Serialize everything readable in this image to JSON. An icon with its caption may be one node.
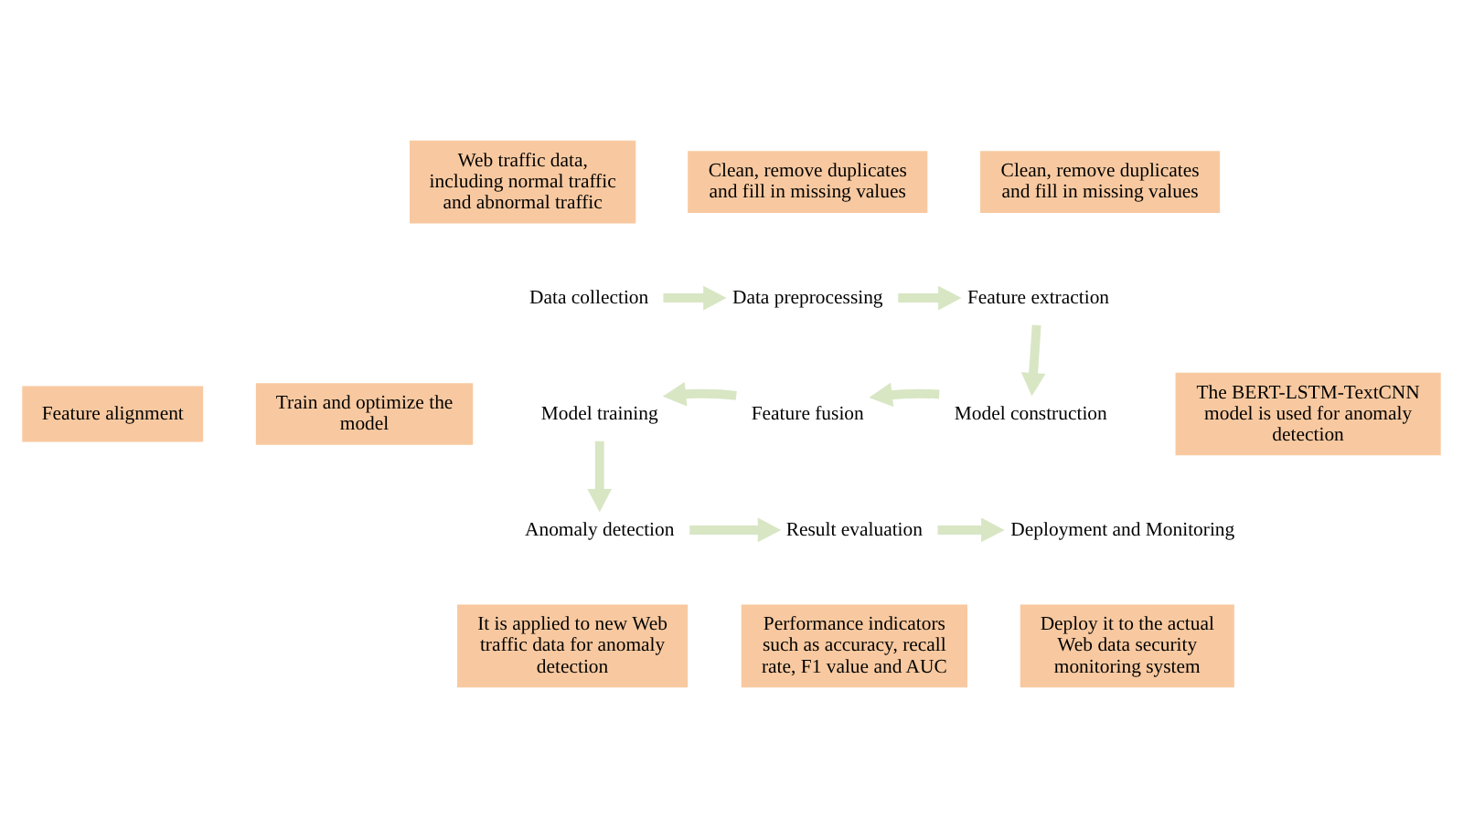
{
  "diagram": {
    "nodes": [
      {
        "text": [
          "Web traffic data, including normal traffic and abnormal traffic"
        ]
      },
      {
        "text": [
          "Data collection"
        ]
      },
      {
        "text": [
          "Clean, remove duplicates and fill in missing values"
        ]
      },
      {
        "text": [
          "Data preprocessing"
        ]
      },
      {
        "text": [
          "Clean, remove duplicates and fill in missing values"
        ]
      },
      {
        "text": [
          "Feature extraction"
        ]
      },
      {
        "text": [
          "The BERT-LSTM-TextCNN model is used for anomaly detection"
        ]
      },
      {
        "text": [
          "Model construction"
        ]
      },
      {
        "text": [
          "Feature alignment"
        ]
      },
      {
        "text": [
          "Feature fusion"
        ]
      },
      {
        "text": [
          "Train and optimize the model"
        ]
      },
      {
        "text": [
          "Model training"
        ]
      },
      {
        "text": [
          "It is applied to new Web traffic data for anomaly detection"
        ]
      },
      {
        "text": [
          "Anomaly detection"
        ]
      },
      {
        "text": [
          "Performance indicators such as accuracy, recall rate, F1 value and AUC"
        ]
      },
      {
        "text": [
          "Result evaluation"
        ]
      },
      {
        "text": [
          "Deploy it to the actual Web data security monitoring system"
        ]
      },
      {
        "text": [
          "Deployment and Monitoring"
        ]
      }
    ],
    "edges": [
      {
        "from": 1,
        "to": 3,
        "arrow": "to"
      },
      {
        "from": 3,
        "to": 5,
        "arrow": "to"
      },
      {
        "from": 5,
        "to": 7,
        "arrow": "to"
      },
      {
        "from": 7,
        "to": 9,
        "arrow": "to"
      },
      {
        "from": 9,
        "to": 11,
        "arrow": "to"
      },
      {
        "from": 11,
        "to": 13,
        "arrow": "to"
      },
      {
        "from": 13,
        "to": 15,
        "arrow": "to"
      },
      {
        "from": 15,
        "to": 17,
        "arrow": "to"
      }
    ]
  }
}
